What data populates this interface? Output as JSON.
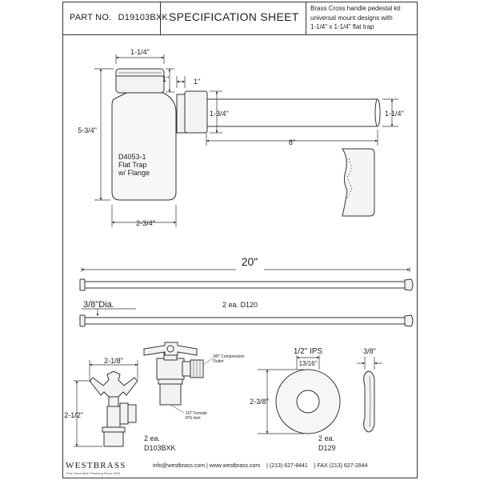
{
  "header": {
    "part_label": "PART NO.",
    "part_number": "D19103BXK",
    "title": "SPECIFICATION SHEET",
    "description_lines": [
      "Brass Cross handle pedestal kit",
      "universal mount designs with",
      "1-1/4\" x 1-1/4\" flat trap"
    ]
  },
  "trap": {
    "name_lines": [
      "D4053-1",
      "Flat Trap",
      "w/ Flange"
    ],
    "dim_top_width": "1-1/4\"",
    "dim_cap_height": "1\"",
    "dim_overall_height": "5-3/4\"",
    "dim_outlet_height": "1-3/4\"",
    "dim_outlet_offset": "1\"",
    "dim_arm_length": "8\"",
    "dim_arm_diameter": "1-1/4\"",
    "dim_body_width": "2-3/4\""
  },
  "supply_tubes": {
    "length": "20\"",
    "diameter": "3/8\"Dia.",
    "qty_label": "2 ea. D120"
  },
  "valve": {
    "dim_width": "2-1/8\"",
    "dim_height": "2-1/2\"",
    "outlet_note_lines": [
      "3/8\" Compression",
      "Outlet"
    ],
    "inlet_note_lines": [
      "1/2\" Female",
      "IPS inlet"
    ],
    "qty_lines": [
      "2 ea.",
      "D103BXK"
    ]
  },
  "flange": {
    "ips_label": "1/2\" IPS",
    "inner_dim": "13/16\"",
    "outer_dim": "2-3/8\"",
    "thickness": "3/8\"",
    "qty_lines": [
      "2 ea.",
      "D129"
    ]
  },
  "footer": {
    "brand": "WESTBRASS",
    "tagline": "Fine Decorative Plumbing Since 1959",
    "contacts": [
      "info@westbrass.com | www.westbrass.com",
      "|   (213) 627-8441",
      "|   FAX (213) 627-2844"
    ]
  }
}
